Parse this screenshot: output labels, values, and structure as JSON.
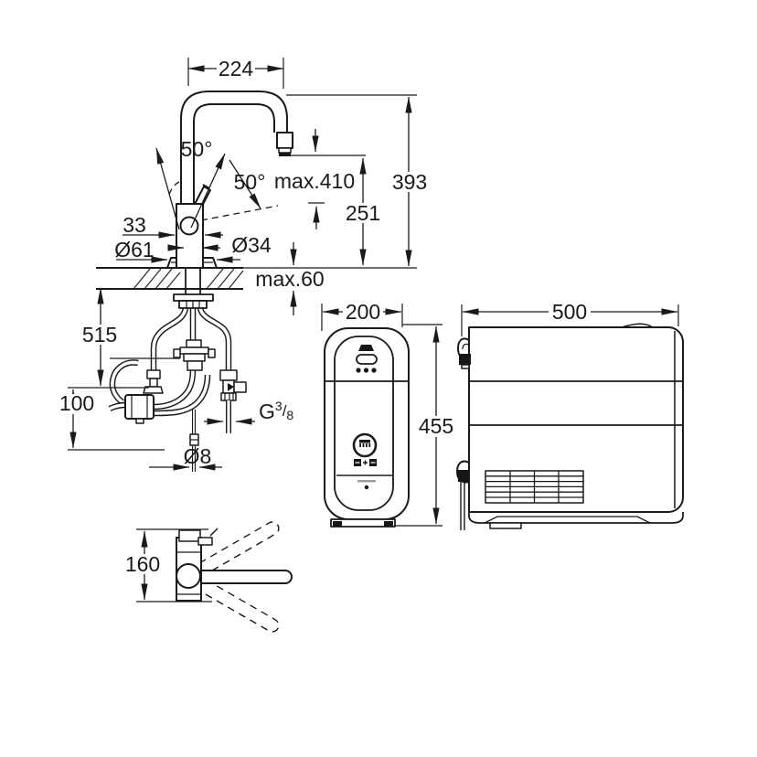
{
  "page": {
    "background": "#ffffff",
    "line_color": "#1a1a1a"
  },
  "faucet_front": {
    "spout_width": "224",
    "handle_angle_left": "50°",
    "handle_angle_right": "50°",
    "max_height": "max.410",
    "total_height": "393",
    "outlet_height": "251",
    "body_width": "33",
    "base_diameter": "Ø61",
    "shank_diameter": "Ø34",
    "counter_thickness": "max.60",
    "hose_length": "515",
    "hose_extra": "100",
    "thread": {
      "letter": "G",
      "numerator": "3",
      "slash": "/",
      "denominator": "8"
    },
    "capillary_diameter": "Ø8"
  },
  "faucet_top_view": {
    "base_depth": "160"
  },
  "cooler_front": {
    "width": "200",
    "height": "455"
  },
  "cooler_side": {
    "depth": "500"
  }
}
